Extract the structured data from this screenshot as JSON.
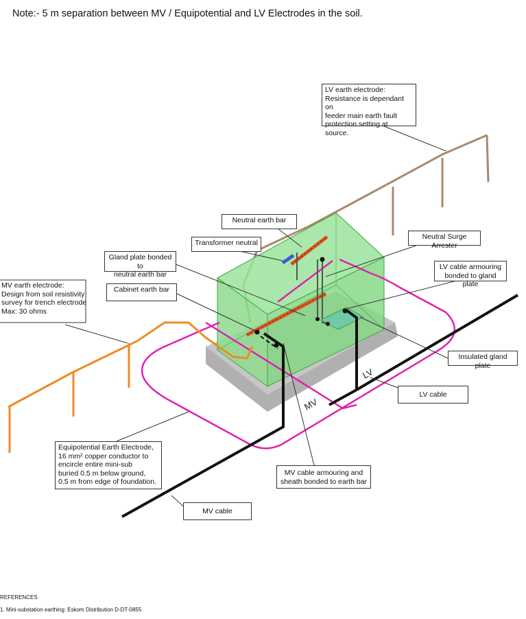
{
  "note": "Note:- 5 m separation between MV / Equipotential and LV Electrodes in the soil.",
  "labels": {
    "lv_electrode": "LV earth electrode:\nResistance is dependant on\nfeeder main earth fault\nprotection setting at source.",
    "neutral_earth_bar": "Neutral earth bar",
    "transformer_neutral": "Transformer neutral",
    "neutral_surge_arrester": "Neutral Surge Arrester",
    "gland_plate_bonded": "Gland plate bonded to\nneutral earth bar",
    "lv_cable_armouring": "LV cable armouring\nbonded to gland plate",
    "mv_electrode": "MV earth electrode:\nDesign from soil resistivity\nsurvey for trench electrode\nMax: 30 ohms",
    "cabinet_earth_bar": "Cabinet earth bar",
    "insulated_gland_plate": "Insulated gland plate",
    "lv_cable": "LV cable",
    "equipotential_electrode": "Equipotential Earth Electrode,\n16 mm² copper conductor to\nencircle entire mini-sub\nburied 0.5 m below ground,\n0.5 m from edge of foundation.",
    "mv_cable_armouring": "MV cable armouring and\nsheath bonded to earth bar",
    "mv_cable": "MV cable"
  },
  "cable_markings": {
    "lv": "LV",
    "mv": "MV"
  },
  "references": {
    "heading": "REFERENCES",
    "item1": "1. Mini-substation earthing: Eskom Distribution D-DT-0855"
  },
  "colors": {
    "mv_electrode": "#f08a24",
    "lv_electrode": "#a88a6c",
    "equipotential": "#e020b0",
    "cabinet_fill": "#7fd67f",
    "cabinet_edge": "#3ea43e",
    "foundation": "#aaaaaa",
    "cable": "#111111",
    "earth_bar": "#e0501a",
    "transformer_neutral": "#3a5fd8"
  }
}
